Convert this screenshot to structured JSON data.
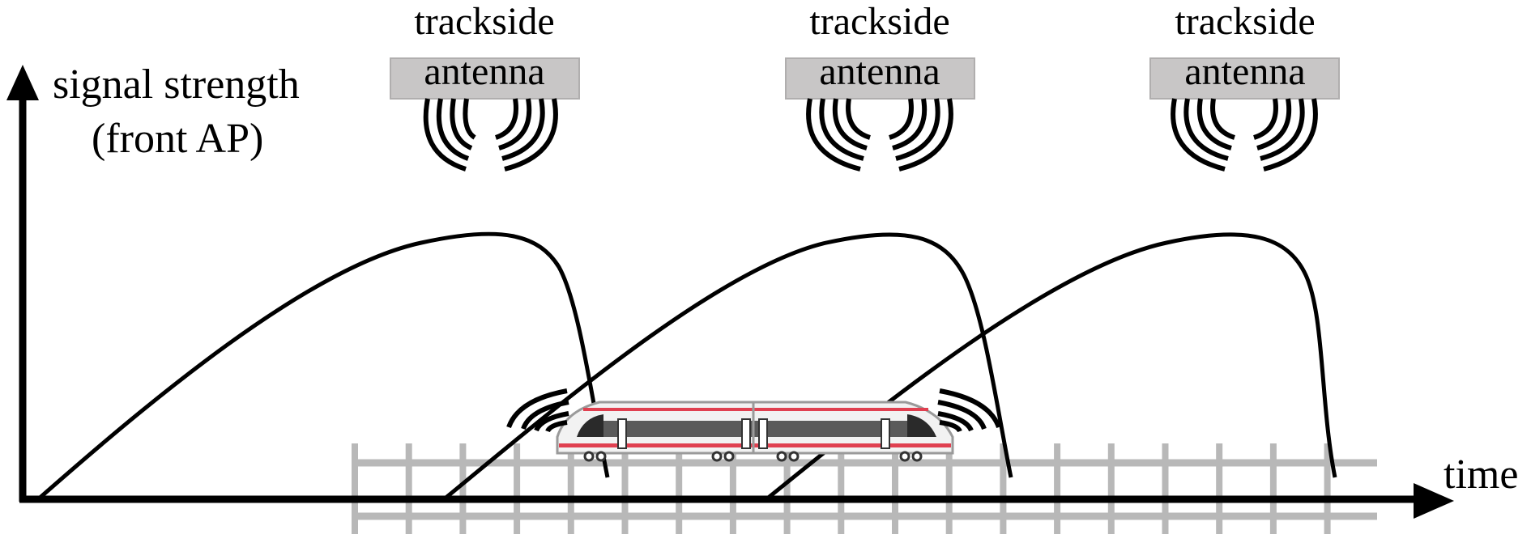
{
  "y_axis_label": {
    "line1": "signal strength",
    "line2": "(front AP)"
  },
  "x_axis_label": "time",
  "antennas": [
    {
      "line1": "trackside",
      "line2": "antenna"
    },
    {
      "line1": "trackside",
      "line2": "antenna"
    },
    {
      "line1": "trackside",
      "line2": "antenna"
    }
  ],
  "colors": {
    "ink": "#000000",
    "track": "#b8b8b8",
    "antenna_box": "#c8c6c6",
    "train_body": "#f2f2f2",
    "train_window": "#5a5a5a",
    "train_stripe": "#e04050"
  }
}
